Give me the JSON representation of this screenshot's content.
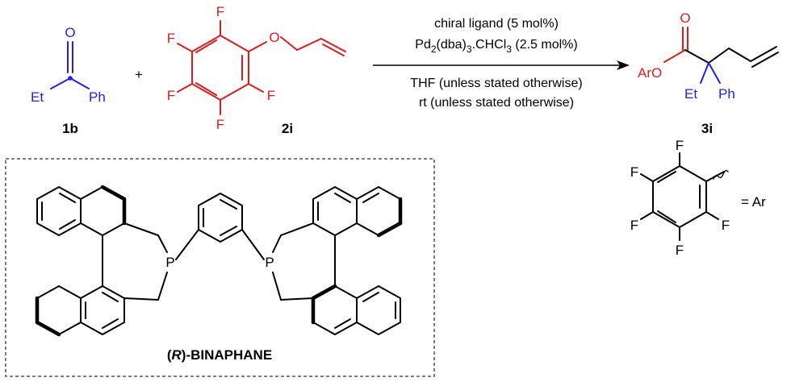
{
  "colors": {
    "black": "#000000",
    "blue": "#1f1ff0",
    "red": "#e21a1a",
    "box_border": "#333333"
  },
  "ketene": {
    "O": "O",
    "left": "Et",
    "right": "Ph",
    "id": "1b"
  },
  "plus": "+",
  "aryl_ether": {
    "F": "F",
    "O": "O",
    "id": "2i"
  },
  "conditions": {
    "line1": "chiral ligand (5 mol%)",
    "line2_a": "Pd",
    "line2_sub1": "2",
    "line2_b": "(dba)",
    "line2_sub2": "3",
    "line2_c": ".CHCl",
    "line2_sub3": "3",
    "line2_d": " (2.5 mol%)",
    "line3": "THF (unless stated otherwise)",
    "line4": "rt (unless stated otherwise)"
  },
  "product": {
    "ArO": "ArO",
    "O": "O",
    "Et": "Et",
    "Ph": "Ph",
    "id": "3i"
  },
  "ar_definition": {
    "F": "F",
    "eq": "= Ar"
  },
  "ligand": {
    "P": "P",
    "name_open": "(",
    "name_R": "R",
    "name_close": ")-BINAPHANE"
  }
}
